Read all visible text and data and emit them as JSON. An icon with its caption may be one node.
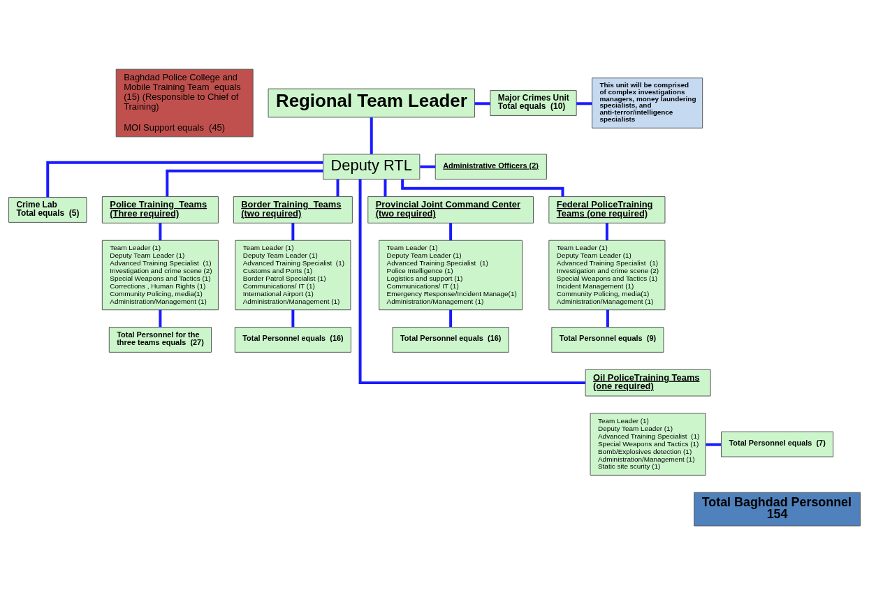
{
  "diagram": {
    "nodes": [
      {
        "text": [
          "Baghdad Police College and Mobile Training Team  equals (15) (Responsible to Chief of Training)",
          "MOI Support equals  (45)"
        ]
      },
      {
        "text": [
          "Regional Team Leader"
        ]
      },
      {
        "text": [
          "Major Crimes Unit",
          "Total equals  (10)"
        ]
      },
      {
        "text": [
          "This unit will be comprised of complex investigations managers, money laundering specialists, and anti-terror/intelligence specialists"
        ]
      },
      {
        "text": [
          "Deputy RTL"
        ]
      },
      {
        "text": [
          "Administrative Officers (2)"
        ]
      },
      {
        "text": [
          "Crime Lab",
          "Total equals  (5)"
        ]
      },
      {
        "text": [
          "Police Training  Teams",
          "(Three required)"
        ]
      },
      {
        "text": [
          "Team Leader (1)",
          "Deputy Team Leader (1)",
          "Advanced Training Specialist  (1)",
          "Investigation and crime scene (2)",
          "Special Weapons and Tactics (1)",
          "Corrections , Human Rights (1)",
          "Community Policing, media(1)",
          "Administration/Management (1)"
        ]
      },
      {
        "text": [
          "Total Personnel for the three teams equals  (27)"
        ]
      },
      {
        "text": [
          "Border Training  Teams",
          "(two required)"
        ]
      },
      {
        "text": [
          "Team Leader (1)",
          "Deputy Team Leader (1)",
          "Advanced Training Specialist  (1)",
          "Customs and Ports (1)",
          "Border Patrol Specialist (1)",
          "Communications/ IT (1)",
          "International Airport (1)",
          "Administration/Management (1)"
        ]
      },
      {
        "text": [
          "Total Personnel equals  (16)"
        ]
      },
      {
        "text": [
          "Provincial Joint Command Center",
          "(two required)"
        ]
      },
      {
        "text": [
          "Team Leader (1)",
          "Deputy Team Leader (1)",
          "Advanced Training Specialist  (1)",
          "Police Intelligence (1)",
          "Logistics and support (1)",
          "Communications/ IT (1)",
          "Emergency Response/Incident Manage(1)",
          "Administration/Management (1)"
        ]
      },
      {
        "text": [
          "Total Personnel equals  (16)"
        ]
      },
      {
        "text": [
          "Federal PoliceTraining Teams (one required)"
        ]
      },
      {
        "text": [
          "Team Leader (1)",
          "Deputy Team Leader (1)",
          "Advanced Training Specialist  (1)",
          "Investigation and crime scene (2)",
          "Special Weapons and Tactics (1)",
          "Incident Management (1)",
          "Community Policing, media(1)",
          "Administration/Management (1)"
        ]
      },
      {
        "text": [
          "Total Personnel equals  (9)"
        ]
      },
      {
        "text": [
          "Oil PoliceTraining Teams (one required)"
        ]
      },
      {
        "text": [
          "Team Leader (1)",
          "Deputy Team Leader (1)",
          "Advanced Training Specialist  (1)",
          "Special Weapons and Tactics (1)",
          "Bomb/Explosives detection (1)",
          "Administration/Management (1)",
          "Static site scurity (1)"
        ]
      },
      {
        "text": [
          "Total Personnel equals  (7)"
        ]
      },
      {
        "text": [
          "Total Baghdad Personnel 154"
        ]
      }
    ],
    "edges": [
      {
        "from": 1,
        "to": 2,
        "arrow": "none"
      },
      {
        "from": 2,
        "to": 3,
        "arrow": "none"
      },
      {
        "from": 1,
        "to": 4,
        "arrow": "none"
      },
      {
        "from": 4,
        "to": 5,
        "arrow": "none"
      },
      {
        "from": 4,
        "to": 6,
        "arrow": "none"
      },
      {
        "from": 4,
        "to": 7,
        "arrow": "none"
      },
      {
        "from": 4,
        "to": 10,
        "arrow": "none"
      },
      {
        "from": 4,
        "to": 13,
        "arrow": "none"
      },
      {
        "from": 4,
        "to": 16,
        "arrow": "none"
      },
      {
        "from": 4,
        "to": 19,
        "arrow": "none"
      },
      {
        "from": 7,
        "to": 8,
        "arrow": "none"
      },
      {
        "from": 8,
        "to": 9,
        "arrow": "none"
      },
      {
        "from": 10,
        "to": 11,
        "arrow": "none"
      },
      {
        "from": 11,
        "to": 12,
        "arrow": "none"
      },
      {
        "from": 13,
        "to": 14,
        "arrow": "none"
      },
      {
        "from": 14,
        "to": 15,
        "arrow": "none"
      },
      {
        "from": 16,
        "to": 17,
        "arrow": "none"
      },
      {
        "from": 17,
        "to": 18,
        "arrow": "none"
      },
      {
        "from": 20,
        "to": 21,
        "arrow": "none"
      }
    ]
  }
}
